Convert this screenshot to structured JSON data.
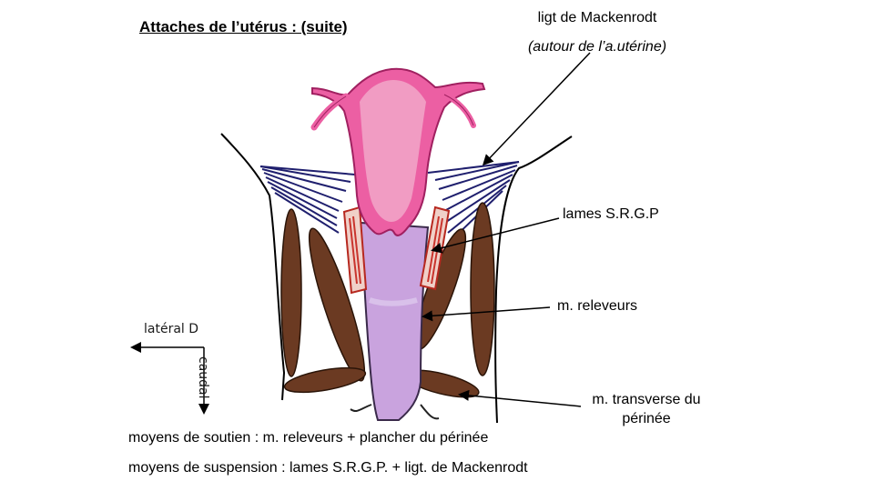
{
  "title": "Attaches de l’utérus : (suite)",
  "labels": {
    "mackenrodt_line1": "ligt de Mackenrodt",
    "mackenrodt_line2": "(autour de l’a.utérine)",
    "lames": "lames S.R.G.P",
    "releveurs": "m. releveurs",
    "transverse_line1": "m. transverse du",
    "transverse_line2": "périnée"
  },
  "orientation": {
    "lateral": "latéral D",
    "caudal": "caudal"
  },
  "footer": {
    "soutien": "moyens de soutien : m. releveurs + plancher du périnée",
    "suspension": "moyens de suspension : lames S.R.G.P. + ligt. de Mackenrodt"
  },
  "colors": {
    "uterus": "#ec5fa3",
    "uterus_inner": "#f19cc3",
    "vagina": "#c9a3de",
    "ligament": "#1f1f6e",
    "muscle": "#6b3a22",
    "lames": "#c9342d"
  }
}
